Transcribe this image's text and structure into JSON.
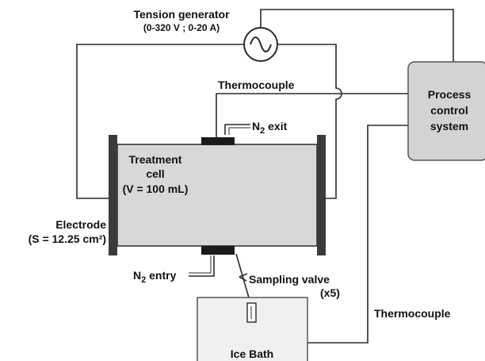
{
  "generator": {
    "title": "Tension generator",
    "range": "(0-320 V ; 0-20 A)"
  },
  "process_control": {
    "line1": "Process",
    "line2": "control",
    "line3": "system"
  },
  "thermocouple_top": "Thermocouple",
  "thermocouple_bottom": "Thermocouple",
  "n2_exit": {
    "main": "N",
    "sub": "2",
    "rest": " exit"
  },
  "n2_entry": {
    "main": "N",
    "sub": "2",
    "rest": " entry"
  },
  "cell": {
    "line1": "Treatment",
    "line2": "cell",
    "line3": "(V = 100 mL)"
  },
  "electrode": {
    "line1": "Electrode",
    "line2": "(S = 12.25 cm²)"
  },
  "sampling": {
    "line1": "Sampling valve",
    "line2": "(x5)"
  },
  "ice_bath": "Ice Bath",
  "colors": {
    "wire": "#2a2a2a",
    "cell_fill": "#d8d8d8",
    "electrode": "#3a3a3a",
    "port": "#1a1a1a",
    "process_box": "#d3d3d3",
    "ice_bath": "#f0f0f0"
  }
}
